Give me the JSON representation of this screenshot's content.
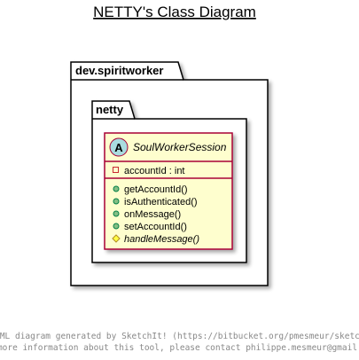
{
  "diagram": {
    "title": "NETTY's Class Diagram",
    "outer_package": {
      "name": "dev.spiritworker"
    },
    "inner_package": {
      "name": "netty"
    },
    "class": {
      "stereotype_letter": "A",
      "name": "SoulWorkerSession",
      "fields": [
        {
          "visibility": "private",
          "text": "accountId : int"
        }
      ],
      "methods": [
        {
          "visibility": "public",
          "text": "getAccountId()"
        },
        {
          "visibility": "public",
          "text": "isAuthenticated()"
        },
        {
          "visibility": "public",
          "text": "onMessage()"
        },
        {
          "visibility": "public",
          "text": "setAccountId()"
        },
        {
          "visibility": "protected",
          "text": "handleMessage()",
          "abstract": true
        }
      ]
    },
    "colors": {
      "class_fill": "#FEFECE",
      "class_border": "#A80036",
      "stereotype_circle": "#A9DCDF",
      "public_marker": "#84BE84",
      "public_marker_border": "#038048",
      "private_marker_border": "#C82930",
      "protected_marker": "#FFFF44",
      "protected_marker_border": "#B38D22"
    }
  },
  "footer": {
    "line1": "PlantUML diagram generated by SketchIt! (https://bitbucket.org/pmesmeur/sketch.it)",
    "line2": "For more information about this tool, please contact philippe.mesmeur@gmail.com"
  }
}
